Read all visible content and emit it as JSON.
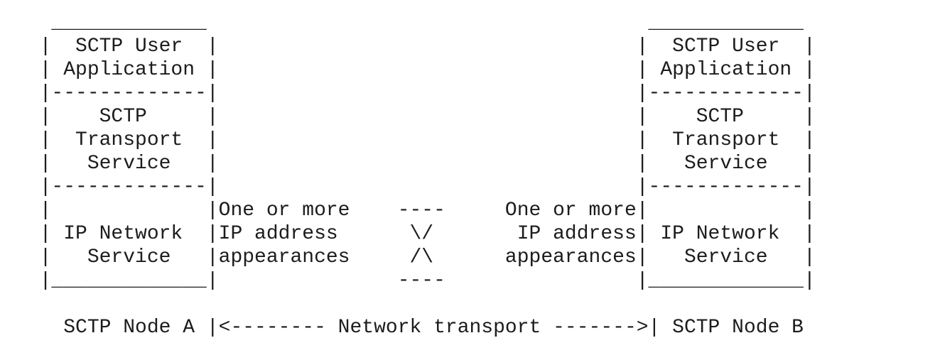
{
  "colors": {
    "text": "#1c1c1c",
    "background": "#ffffff"
  },
  "diagram": {
    "lines": [
      "   _____________                                     _____________",
      "  |  SCTP User  |                                   |  SCTP User  |",
      "  | Application |                                   | Application |",
      "  |-------------|                                   |-------------|",
      "  |    SCTP     |                                   |    SCTP     |",
      "  |  Transport  |                                   |  Transport  |",
      "  |   Service   |                                   |   Service   |",
      "  |-------------|                                   |-------------|",
      "  |             |One or more    ----     One or more|             |",
      "  | IP Network  |IP address      \\/       IP address| IP Network  |",
      "  |   Service   |appearances     /\\      appearances|   Service   |",
      "  |_____________|               ----                |_____________|",
      "",
      "    SCTP Node A |<-------- Network transport ------->| SCTP Node B"
    ]
  },
  "semantics": {
    "node_a": {
      "label": "SCTP Node A",
      "layers": [
        "SCTP User Application",
        "SCTP Transport Service",
        "IP Network Service"
      ]
    },
    "node_b": {
      "label": "SCTP Node B",
      "layers": [
        "SCTP User Application",
        "SCTP Transport Service",
        "IP Network Service"
      ]
    },
    "multihoming_note_left": "One or more IP address appearances",
    "multihoming_note_right": "One or more IP address appearances",
    "link_label": "Network transport"
  }
}
